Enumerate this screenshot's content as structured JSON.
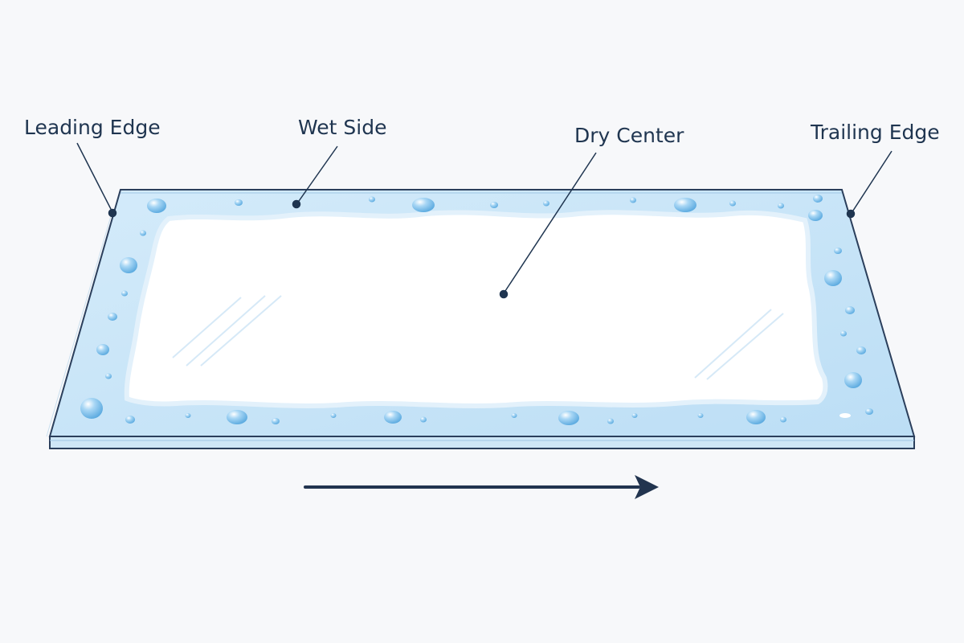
{
  "labels": {
    "leading_edge": "Leading Edge",
    "wet_side": "Wet Side",
    "dry_center": "Dry Center",
    "trailing_edge": "Trailing Edge"
  },
  "colors": {
    "background": "#f7f8fa",
    "label_text": "#1f3550",
    "leader_line": "#1f3550",
    "arrow": "#22344f",
    "glass_edge": "#2b3f5c",
    "wet_border": "#bfe0f6",
    "dry_center": "#ffffff",
    "droplet": "#8ec8ef"
  },
  "icons": {
    "direction": "arrow-right-icon",
    "droplet": "water-droplet-icon"
  }
}
